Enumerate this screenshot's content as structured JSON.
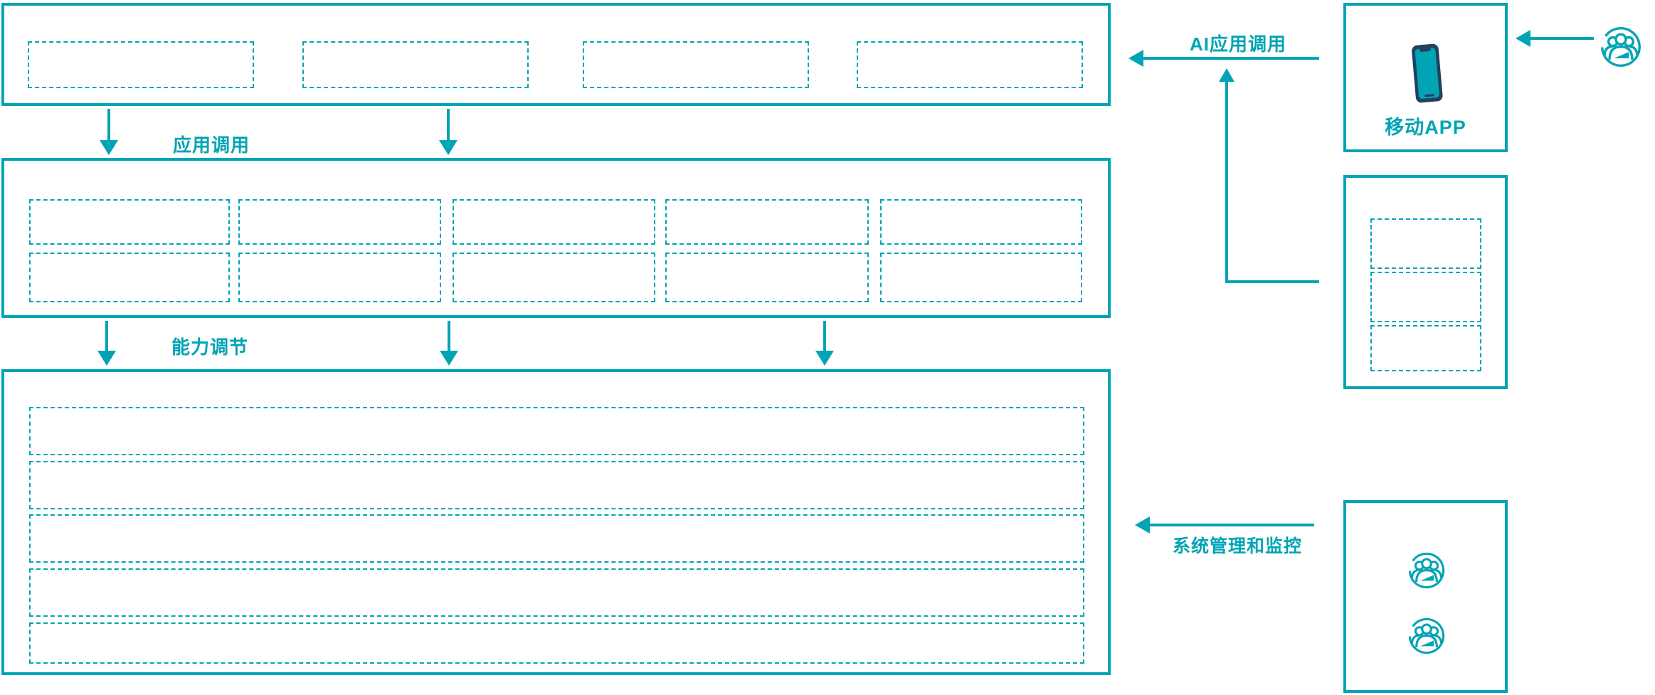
{
  "colors": {
    "teal": "#00a4b4",
    "navy": "#23405e",
    "background": "#ffffff"
  },
  "labels": {
    "app_call": "应用调用",
    "capability_tuning": "能力调节",
    "ai_app_call": "AI应用调用",
    "mobile_app": "移动APP",
    "system_management": "系统管理和监控"
  },
  "bands": {
    "top_band_slots": 4,
    "middle_band_rows": 2,
    "middle_band_cols": 5,
    "bottom_band_strips": 5,
    "right_middle_box_slots": 3,
    "admin_box_icons": 2
  },
  "icons": {
    "mobile_app": "smartphone-icon",
    "end_user": "user-group-icon",
    "administrators": "user-group-icon"
  }
}
